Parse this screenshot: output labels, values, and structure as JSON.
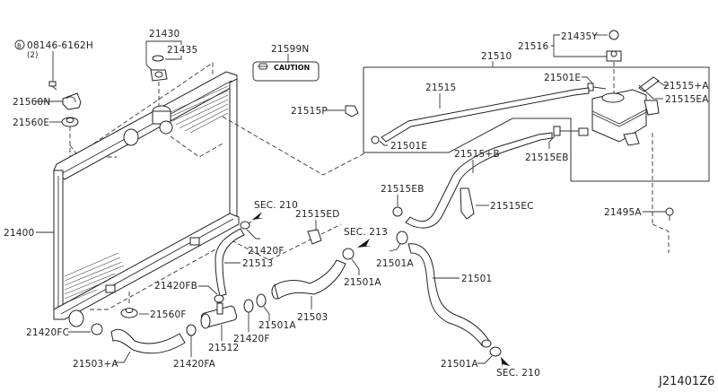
{
  "diagram": {
    "type": "exploded-parts-diagram",
    "subject": "Radiator, shroud and inverter cooling",
    "reference_code": "J21401Z6",
    "colors": {
      "line": "#222222",
      "background": "#ffffff"
    },
    "bolt_note": {
      "symbol": "B",
      "part_number": "08146-6162H",
      "quantity": "(2)"
    },
    "caution_label": {
      "text": "CAUTION",
      "part_number": "21599N"
    },
    "parts": {
      "p21430": "21430",
      "p21435": "21435",
      "p21599N": "21599N",
      "p21560N": "21560N",
      "p21560E": "21560E",
      "p21400": "21400",
      "p21510": "21510",
      "p21516": "21516",
      "p21435Y": "21435Y",
      "p21501E_top": "21501E",
      "p21515A": "21515+A",
      "p21515EA": "21515EA",
      "p21515": "21515",
      "p21515P": "21515P",
      "p21501E_left": "21501E",
      "p21515B": "21515+B",
      "p21515EB_box": "21515EB",
      "p21515EB": "21515EB",
      "p21515EC": "21515EC",
      "p21515ED": "21515ED",
      "p21495A": "21495A",
      "p21420F_top": "21420F",
      "p21513": "21513",
      "p21501A_1": "21501A",
      "p21501A_2": "21501A",
      "p21501A_3": "21501A",
      "p21501A_4": "21501A",
      "p21501": "21501",
      "p21503": "21503",
      "p21420FB": "21420FB",
      "p21560F": "21560F",
      "p21420FC": "21420FC",
      "p21512": "21512",
      "p21420F_bottom": "21420F",
      "p21503A": "21503+A",
      "p21420FA": "21420FA"
    },
    "section_refs": {
      "sec210_top": "SEC. 210",
      "sec213": "SEC. 213",
      "sec210_bottom": "SEC. 210"
    }
  }
}
